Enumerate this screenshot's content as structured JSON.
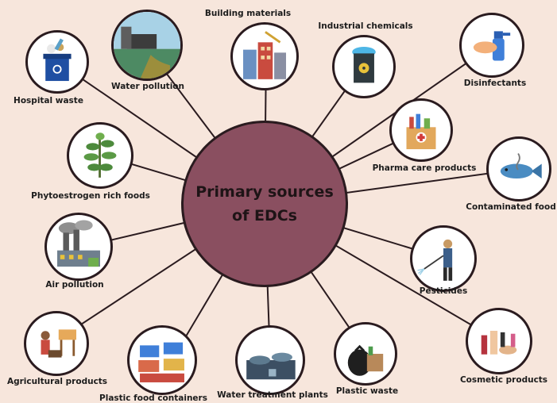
{
  "center": {
    "line1": "Primary sources",
    "line2": "of EDCs"
  },
  "nodes": [
    {
      "label": "Hospital waste",
      "icon": "trash-bin-icon"
    },
    {
      "label": "Water pollution",
      "icon": "polluted-pipe-icon"
    },
    {
      "label": "Building materials",
      "icon": "building-icon"
    },
    {
      "label": "Industrial chemicals",
      "icon": "chemical-barrel-icon"
    },
    {
      "label": "Disinfectants",
      "icon": "spray-bottle-icon"
    },
    {
      "label": "Pharma care products",
      "icon": "medicine-box-icon"
    },
    {
      "label": "Contaminated food",
      "icon": "fish-icon"
    },
    {
      "label": "Pesticides",
      "icon": "sprayer-worker-icon"
    },
    {
      "label": "Cosmetic products",
      "icon": "cosmetics-icon"
    },
    {
      "label": "Plastic waste",
      "icon": "garbage-bag-icon"
    },
    {
      "label": "Water treatment plants",
      "icon": "water-tank-icon"
    },
    {
      "label": "Plastic food containers",
      "icon": "food-container-icon"
    },
    {
      "label": "Agricultural products",
      "icon": "farmer-icon"
    },
    {
      "label": "Air pollution",
      "icon": "factory-smoke-icon"
    },
    {
      "label": "Phytoestrogen rich foods",
      "icon": "plant-icon"
    }
  ]
}
